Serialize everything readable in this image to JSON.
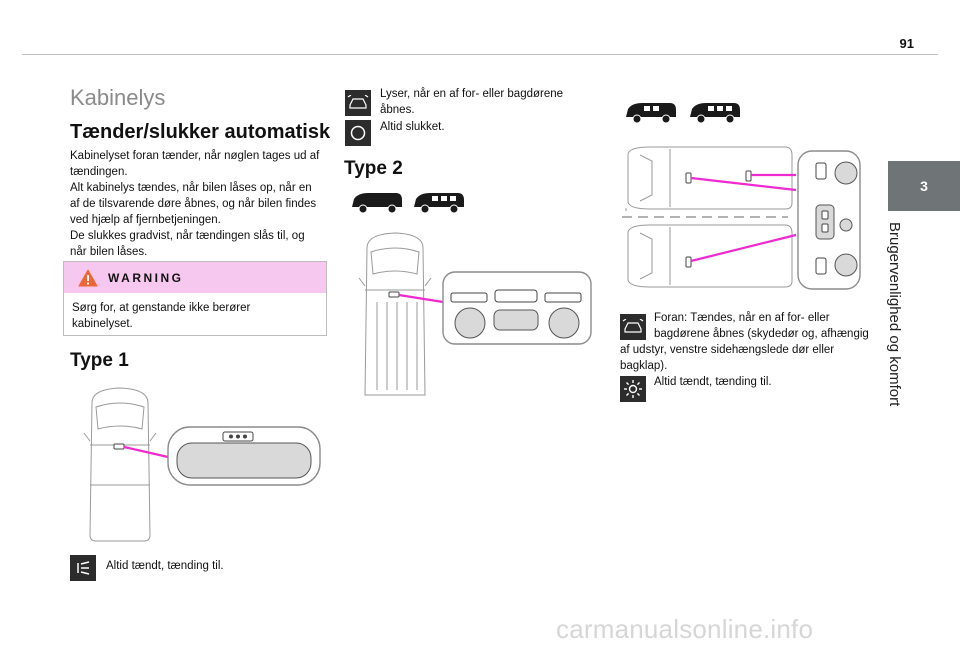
{
  "page": {
    "number": "91",
    "chapter_number": "3",
    "chapter_title": "Brugervenlighed og komfort"
  },
  "section_title": "Kabinelys",
  "heading": "Tænder/slukker automatisk",
  "intro": [
    "Kabinelyset foran tænder, når nøglen tages ud af",
    "tændingen.",
    "Alt kabinelys tændes, når bilen låses op, når en",
    "af de tilsvarende døre åbnes, og når bilen findes",
    "ved hjælp af fjernbetjeningen.",
    "De slukkes gradvist, når tændingen slås til, og",
    "når bilen låses."
  ],
  "warning": {
    "title": "WARNING",
    "text": [
      "Sørg for, at genstande ikke berører",
      "kabinelyset."
    ]
  },
  "type1": {
    "heading": "Type 1",
    "caption": "Altid tændt, tænding til."
  },
  "type2": {
    "heading": "Type 2",
    "caption_door": [
      "Lyser, når en af for- eller bagdørene",
      "åbnes."
    ],
    "caption_off": "Altid slukket."
  },
  "type3": {
    "caption_door": [
      "Foran: Tændes, når en af for- eller",
      "bagdørene åbnes (skydedør og, afhængig",
      "af udstyr, venstre sidehængslede dør eller",
      "bagklap)."
    ],
    "caption_on": "Altid tændt, tænding til."
  },
  "colors": {
    "accent_pink": "#ee2ad0",
    "warning_bg": "#f7c8ef",
    "tab_gray": "#6f7576"
  },
  "icons": [
    "warning-icon",
    "door-light-icon",
    "light-off-icon",
    "light-on-icon",
    "dome-light-icon",
    "van-icon"
  ],
  "watermark": "carmanualsonline.info"
}
